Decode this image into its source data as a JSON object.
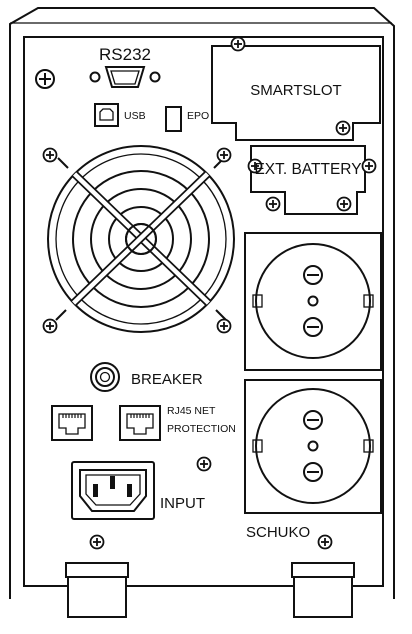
{
  "labels": {
    "rs232": "RS232",
    "usb": "USB",
    "epo": "EPO",
    "smartslot": "SMARTSLOT",
    "ext_battery": "EXT. BATTERY",
    "breaker": "BREAKER",
    "rj45_line1": "RJ45 NET",
    "rj45_line2": "PROTECTION",
    "input": "INPUT",
    "schuko": "SCHUKO"
  },
  "icons": {
    "screw": "screw-icon",
    "fan": "fan-grille-icon",
    "socket": "schuko-socket-icon",
    "ethernet": "rj45-port-icon",
    "usb": "usb-b-port-icon",
    "serial": "db9-serial-port-icon",
    "power_inlet": "iec-c14-inlet-icon",
    "breaker": "circuit-breaker-icon"
  },
  "colors": {
    "stroke": "#111111",
    "fill": "#ffffff"
  }
}
